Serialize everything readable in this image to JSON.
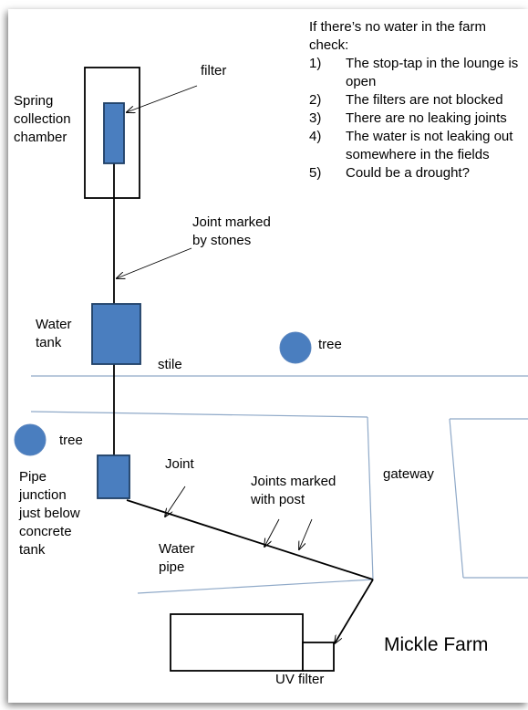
{
  "instructions": {
    "heading": "If there’s no water in the farm check:",
    "items": [
      {
        "num": "1)",
        "text": "The stop-tap in the lounge is open"
      },
      {
        "num": "2)",
        "text": "The filters are not blocked"
      },
      {
        "num": "3)",
        "text": "There are no leaking joints"
      },
      {
        "num": "4)",
        "text": "The water is not leaking out somewhere in the fields"
      },
      {
        "num": "5)",
        "text": "Could be a drought?"
      }
    ]
  },
  "labels": {
    "filter": "filter",
    "spring_chamber": "Spring collection chamber",
    "joint_stones": "Joint marked by stones",
    "water_tank": "Water tank",
    "stile": "stile",
    "tree_right": "tree",
    "tree_left": "tree",
    "pipe_junction": "Pipe junction just below concrete tank",
    "joint": "Joint",
    "joints_post": "Joints marked with post",
    "gateway": "gateway",
    "water_pipe": "Water pipe",
    "mickle_farm": "Mickle Farm",
    "uv_filter": "UV filter"
  },
  "colors": {
    "component_fill": "#4a7ebf",
    "component_stroke": "#1f3f66",
    "boundary": "#8fa9c8",
    "line": "#000000"
  }
}
